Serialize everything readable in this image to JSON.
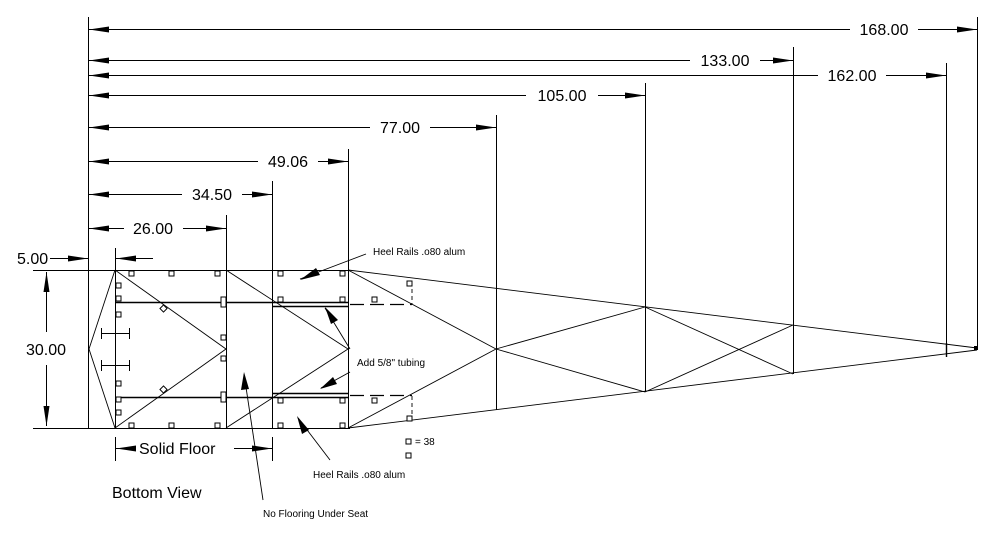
{
  "drawing": {
    "title": "Bottom View",
    "units": "inches",
    "length_dimensions": [
      {
        "id": "d168",
        "label": "168.00",
        "value": 168.0
      },
      {
        "id": "d133",
        "label": "133.00",
        "value": 133.0
      },
      {
        "id": "d162",
        "label": "162.00",
        "value": 162.0
      },
      {
        "id": "d105",
        "label": "105.00",
        "value": 105.0
      },
      {
        "id": "d77",
        "label": "77.00",
        "value": 77.0
      },
      {
        "id": "d49",
        "label": "49.06",
        "value": 49.06
      },
      {
        "id": "d34",
        "label": "34.50",
        "value": 34.5
      },
      {
        "id": "d26",
        "label": "26.00",
        "value": 26.0
      }
    ],
    "offset_dimension": {
      "label": "5.00",
      "value": 5.0
    },
    "width_dimension": {
      "label": "30.00",
      "value": 30.0
    },
    "solid_floor_label": "Solid Floor",
    "notes": {
      "heel_rails_top": "Heel Rails .o80 alum",
      "heel_rails_bottom": "Heel Rails .o80 alum",
      "tubing": "Add 5/8\" tubing",
      "no_flooring": "No Flooring Under Seat",
      "legend": "= 38"
    },
    "icons": {
      "clip": "square-clip-icon"
    }
  }
}
